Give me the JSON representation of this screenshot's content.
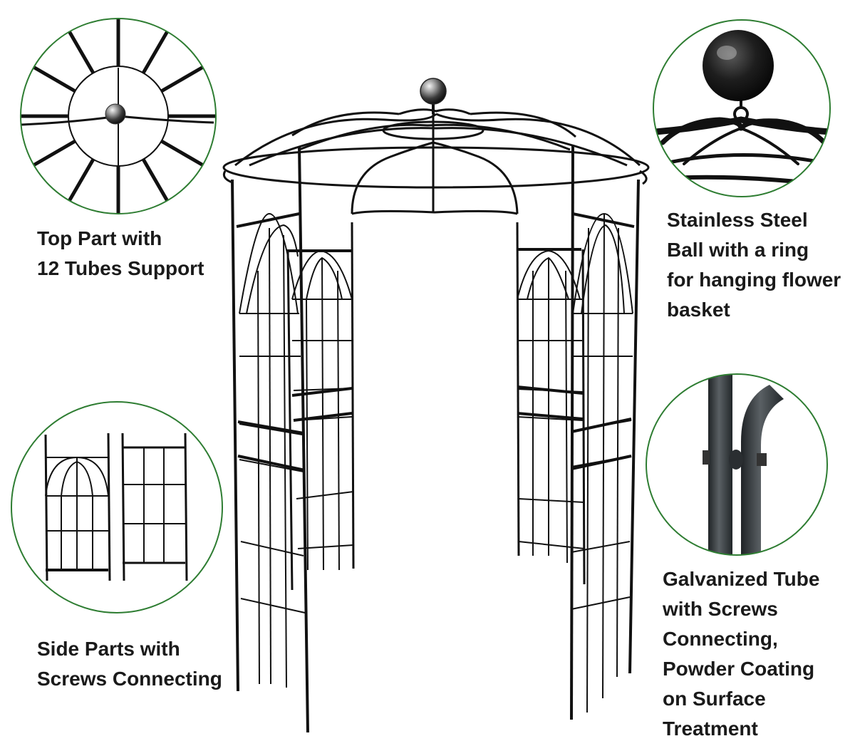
{
  "colors": {
    "frame": "#111111",
    "circle_border": "#2e7d32",
    "background": "#ffffff",
    "text": "#1a1a1a"
  },
  "callouts": {
    "top_part": {
      "lines": [
        "Top Part with",
        "12 Tubes Support"
      ]
    },
    "ball": {
      "lines": [
        "Stainless Steel",
        "Ball with a ring",
        "for hanging flower",
        "basket"
      ]
    },
    "side_parts": {
      "lines": [
        "Side Parts with",
        "Screws Connecting"
      ]
    },
    "tube": {
      "lines": [
        "Galvanized Tube",
        "with Screws",
        "Connecting,",
        "Powder Coating",
        "on Surface",
        "Treatment"
      ]
    }
  },
  "icons": {
    "top": "gazebo-top-spokes-icon",
    "ball": "steel-ball-icon",
    "side": "side-panels-icon",
    "tube": "tube-joint-icon",
    "main": "gazebo-arch-icon"
  }
}
